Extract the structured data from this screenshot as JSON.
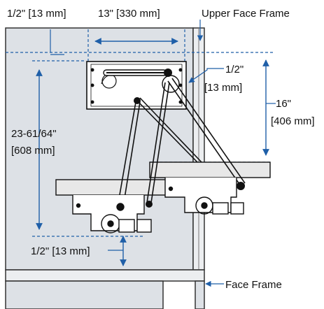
{
  "labels": {
    "top_left_offset": "1/2\" [13 mm]",
    "top_width": "13\" [330 mm]",
    "upper_face_frame": "Upper Face Frame",
    "right_offset_line1": "1/2\"",
    "right_offset_line2": "[13 mm]",
    "travel_line1": "16\"",
    "travel_line2": "[406 mm]",
    "height_line1": "23-61/64\"",
    "height_line2": "[608 mm]",
    "bottom_offset": "1/2\" [13 mm]",
    "face_frame": "Face Frame"
  },
  "colors": {
    "cabinet_fill": "#dde1e6",
    "cabinet_stroke": "#333333",
    "dimension_blue": "#1f5fa8",
    "shelf_fill": "#e8e8e8",
    "line_dark": "#111111"
  },
  "icons": [
    "arrow-icon",
    "mechanism-plate-icon",
    "hinge-bracket-icon",
    "latch-icon"
  ]
}
